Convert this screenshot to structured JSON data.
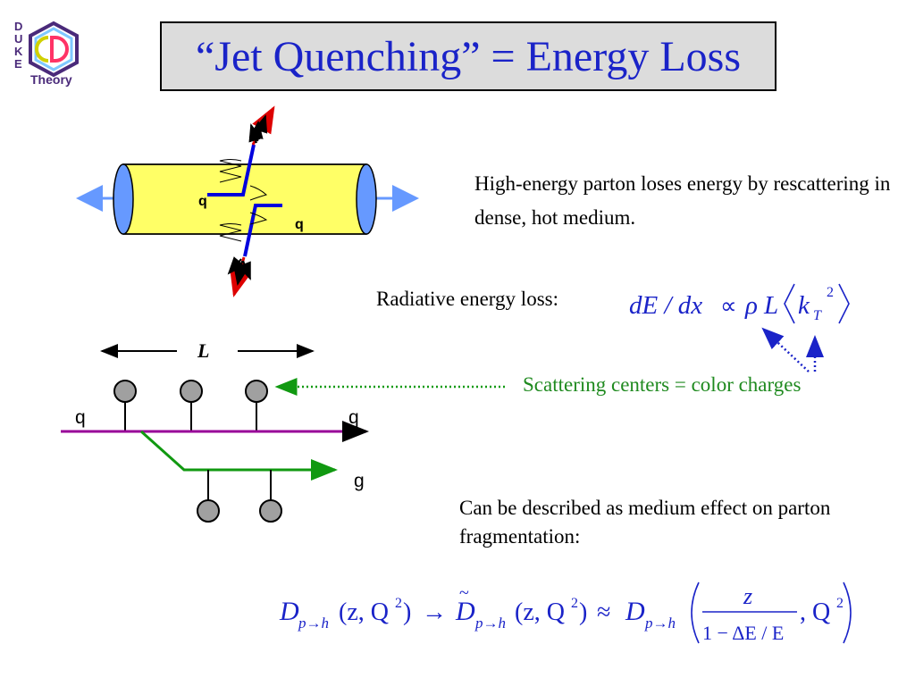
{
  "logo": {
    "letters": [
      "D",
      "U",
      "K",
      "E"
    ],
    "text": "Theory",
    "icon": "hexagon-cd-logo"
  },
  "title": "“Jet Quenching” = Energy Loss",
  "description": "High-energy parton loses energy by rescattering in dense, hot medium.",
  "radiative": {
    "label": "Radiative energy loss:",
    "formula": "dE / dx ∝ ρL⟨kT2⟩",
    "formula_parts": {
      "lhs": "dE / dx",
      "sym": "∝",
      "rho": "ρ",
      "L": "L",
      "k": "k",
      "T": "T",
      "exp": "2"
    }
  },
  "scattering_label": "Scattering centers = color charges",
  "fragmentation_text": "Can be described as medium effect on parton fragmentation:",
  "diagram": {
    "cylinder_labels": {
      "q_left": "q",
      "q_right": "q"
    },
    "length_label": "L",
    "line_labels": {
      "q_in": "q",
      "q_out": "q",
      "gluon": "g"
    }
  },
  "formula_bottom": {
    "D": "D",
    "sub": "p→h",
    "args": "(z, Q",
    "sq": "2",
    "close": ")",
    "arrow": "→",
    "approx": "≈",
    "num": "z",
    "den": "1 − ΔE / E",
    "tail": ", Q"
  },
  "colors": {
    "title_text": "#1a23c8",
    "title_bg": "#dcdcdc",
    "medium": "#ffff66",
    "endcap": "#6699ff",
    "quark_line": "#990099",
    "gluon_line": "#119911",
    "scattering_text": "#1f8a1f",
    "arrow_blue": "#1a23c8",
    "parton_blue": "#0000dd",
    "jet_red": "#dd0000",
    "center_gray": "#a0a0a0"
  }
}
